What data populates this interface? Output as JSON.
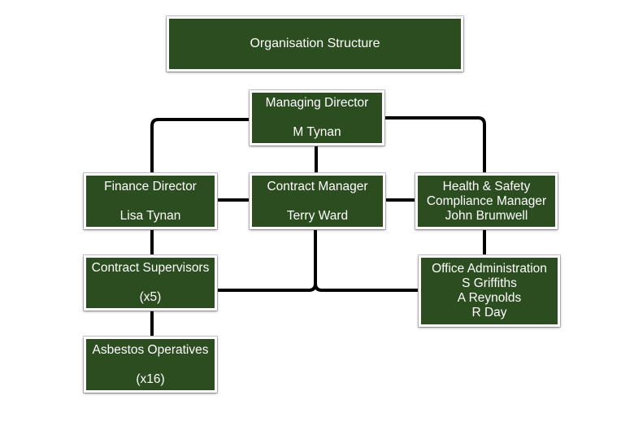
{
  "title": "Organisation Structure",
  "boxes": {
    "managing_director": {
      "lines": [
        "Managing Director",
        "",
        "M Tynan"
      ]
    },
    "finance_director": {
      "lines": [
        "Finance Director",
        "",
        "Lisa Tynan"
      ]
    },
    "contract_manager": {
      "lines": [
        "Contract Manager",
        "",
        "Terry Ward"
      ]
    },
    "health_safety": {
      "lines": [
        "Health & Safety",
        "Compliance Manager",
        "John Brumwell"
      ]
    },
    "contract_supervisors": {
      "lines": [
        "Contract Supervisors",
        "",
        "(x5)"
      ]
    },
    "office_administration": {
      "lines": [
        "Office Administration",
        "S Griffiths",
        "A Reynolds",
        "R Day"
      ]
    },
    "asbestos_operatives": {
      "lines": [
        "Asbestos Operatives",
        "",
        "(x16)"
      ]
    }
  },
  "colors": {
    "box_fill": "#2b4d1f",
    "box_text": "#ffffff",
    "connector": "#000000"
  }
}
